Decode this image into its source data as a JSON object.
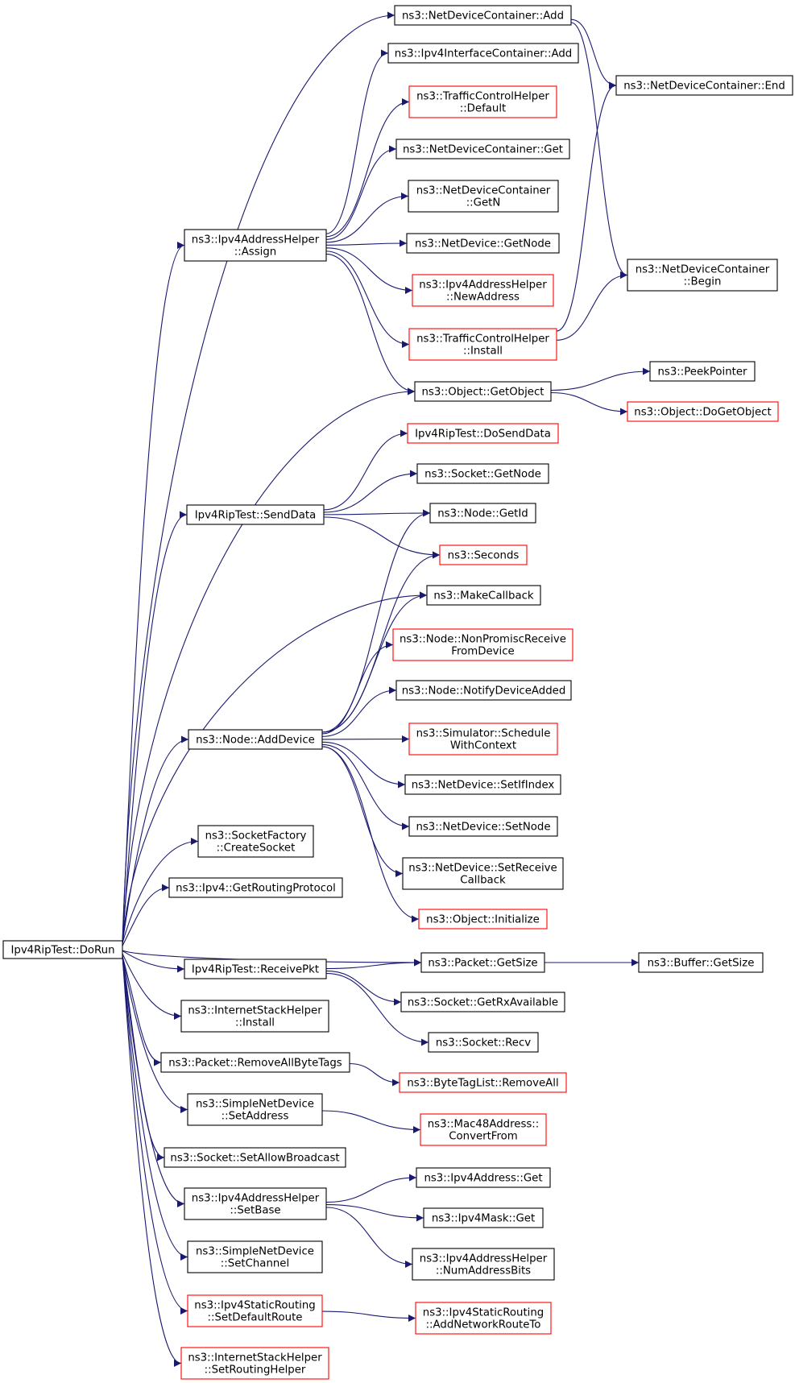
{
  "colors": {
    "edge": "#191970",
    "box_border": "#000000",
    "box_border_undocumented": "#ff0000",
    "root_fill": "#bfbfbf",
    "text": "#000000"
  },
  "root": "n_dorun",
  "nodes": [
    {
      "id": "n_dorun",
      "lines": [
        "Ipv4RipTest::DoRun"
      ],
      "style": "root"
    },
    {
      "id": "n_ndc_add",
      "lines": [
        "ns3::NetDeviceContainer::Add"
      ],
      "style": "normal"
    },
    {
      "id": "n_ipc_add",
      "lines": [
        "ns3::Ipv4InterfaceContainer::Add"
      ],
      "style": "normal"
    },
    {
      "id": "n_tch_default",
      "lines": [
        "ns3::TrafficControlHelper",
        "::Default"
      ],
      "style": "red"
    },
    {
      "id": "n_ndc_get",
      "lines": [
        "ns3::NetDeviceContainer::Get"
      ],
      "style": "normal"
    },
    {
      "id": "n_ndc_getn",
      "lines": [
        "ns3::NetDeviceContainer",
        "::GetN"
      ],
      "style": "normal"
    },
    {
      "id": "n_nd_getnode",
      "lines": [
        "ns3::NetDevice::GetNode"
      ],
      "style": "normal"
    },
    {
      "id": "n_iah_newaddr",
      "lines": [
        "ns3::Ipv4AddressHelper",
        "::NewAddress"
      ],
      "style": "red"
    },
    {
      "id": "n_tch_install",
      "lines": [
        "ns3::TrafficControlHelper",
        "::Install"
      ],
      "style": "red"
    },
    {
      "id": "n_ndc_end",
      "lines": [
        "ns3::NetDeviceContainer::End"
      ],
      "style": "normal"
    },
    {
      "id": "n_ndc_begin",
      "lines": [
        "ns3::NetDeviceContainer",
        "::Begin"
      ],
      "style": "normal"
    },
    {
      "id": "n_iah_assign",
      "lines": [
        "ns3::Ipv4AddressHelper",
        "::Assign"
      ],
      "style": "normal"
    },
    {
      "id": "n_obj_getobject",
      "lines": [
        "ns3::Object::GetObject"
      ],
      "style": "normal"
    },
    {
      "id": "n_peekpointer",
      "lines": [
        "ns3::PeekPointer"
      ],
      "style": "normal"
    },
    {
      "id": "n_obj_dogetobject",
      "lines": [
        "ns3::Object::DoGetObject"
      ],
      "style": "red"
    },
    {
      "id": "n_dosenddata",
      "lines": [
        "Ipv4RipTest::DoSendData"
      ],
      "style": "red"
    },
    {
      "id": "n_sock_getnode",
      "lines": [
        "ns3::Socket::GetNode"
      ],
      "style": "normal"
    },
    {
      "id": "n_senddata",
      "lines": [
        "Ipv4RipTest::SendData"
      ],
      "style": "normal"
    },
    {
      "id": "n_node_getid",
      "lines": [
        "ns3::Node::GetId"
      ],
      "style": "normal"
    },
    {
      "id": "n_seconds",
      "lines": [
        "ns3::Seconds"
      ],
      "style": "red"
    },
    {
      "id": "n_makecallback",
      "lines": [
        "ns3::MakeCallback"
      ],
      "style": "normal"
    },
    {
      "id": "n_node_nonpromisc",
      "lines": [
        "ns3::Node::NonPromiscReceive",
        "FromDevice"
      ],
      "style": "red"
    },
    {
      "id": "n_node_notify",
      "lines": [
        "ns3::Node::NotifyDeviceAdded"
      ],
      "style": "normal"
    },
    {
      "id": "n_node_adddevice",
      "lines": [
        "ns3::Node::AddDevice"
      ],
      "style": "normal"
    },
    {
      "id": "n_sim_schedule",
      "lines": [
        "ns3::Simulator::Schedule",
        "WithContext"
      ],
      "style": "red"
    },
    {
      "id": "n_nd_setifindex",
      "lines": [
        "ns3::NetDevice::SetIfIndex"
      ],
      "style": "normal"
    },
    {
      "id": "n_nd_setnode",
      "lines": [
        "ns3::NetDevice::SetNode"
      ],
      "style": "normal"
    },
    {
      "id": "n_sockfactory_create",
      "lines": [
        "ns3::SocketFactory",
        "::CreateSocket"
      ],
      "style": "normal"
    },
    {
      "id": "n_nd_setreceive",
      "lines": [
        "ns3::NetDevice::SetReceive",
        "Callback"
      ],
      "style": "normal"
    },
    {
      "id": "n_ipv4_getrouting",
      "lines": [
        "ns3::Ipv4::GetRoutingProtocol"
      ],
      "style": "normal"
    },
    {
      "id": "n_obj_initialize",
      "lines": [
        "ns3::Object::Initialize"
      ],
      "style": "red"
    },
    {
      "id": "n_pkt_getsize",
      "lines": [
        "ns3::Packet::GetSize"
      ],
      "style": "normal"
    },
    {
      "id": "n_buf_getsize",
      "lines": [
        "ns3::Buffer::GetSize"
      ],
      "style": "normal"
    },
    {
      "id": "n_receivepkt",
      "lines": [
        "Ipv4RipTest::ReceivePkt"
      ],
      "style": "normal"
    },
    {
      "id": "n_sock_getrx",
      "lines": [
        "ns3::Socket::GetRxAvailable"
      ],
      "style": "normal"
    },
    {
      "id": "n_ish_install",
      "lines": [
        "ns3::InternetStackHelper",
        "::Install"
      ],
      "style": "normal"
    },
    {
      "id": "n_sock_recv",
      "lines": [
        "ns3::Socket::Recv"
      ],
      "style": "normal"
    },
    {
      "id": "n_pkt_removebytetags",
      "lines": [
        "ns3::Packet::RemoveAllByteTags"
      ],
      "style": "normal"
    },
    {
      "id": "n_btl_removeall",
      "lines": [
        "ns3::ByteTagList::RemoveAll"
      ],
      "style": "red"
    },
    {
      "id": "n_snd_setaddress",
      "lines": [
        "ns3::SimpleNetDevice",
        "::SetAddress"
      ],
      "style": "normal"
    },
    {
      "id": "n_mac48_convert",
      "lines": [
        "ns3::Mac48Address::",
        "ConvertFrom"
      ],
      "style": "red"
    },
    {
      "id": "n_sock_setbroadcast",
      "lines": [
        "ns3::Socket::SetAllowBroadcast"
      ],
      "style": "normal"
    },
    {
      "id": "n_ipv4addr_get",
      "lines": [
        "ns3::Ipv4Address::Get"
      ],
      "style": "normal"
    },
    {
      "id": "n_iah_setbase",
      "lines": [
        "ns3::Ipv4AddressHelper",
        "::SetBase"
      ],
      "style": "normal"
    },
    {
      "id": "n_ipv4mask_get",
      "lines": [
        "ns3::Ipv4Mask::Get"
      ],
      "style": "normal"
    },
    {
      "id": "n_iah_numbits",
      "lines": [
        "ns3::Ipv4AddressHelper",
        "::NumAddressBits"
      ],
      "style": "normal"
    },
    {
      "id": "n_snd_setchannel",
      "lines": [
        "ns3::SimpleNetDevice",
        "::SetChannel"
      ],
      "style": "normal"
    },
    {
      "id": "n_isr_setdefault",
      "lines": [
        "ns3::Ipv4StaticRouting",
        "::SetDefaultRoute"
      ],
      "style": "red"
    },
    {
      "id": "n_isr_addnetwork",
      "lines": [
        "ns3::Ipv4StaticRouting",
        "::AddNetworkRouteTo"
      ],
      "style": "red"
    },
    {
      "id": "n_ish_setrouting",
      "lines": [
        "ns3::InternetStackHelper",
        "::SetRoutingHelper"
      ],
      "style": "red"
    }
  ],
  "edges": [
    {
      "from": "n_dorun",
      "to": "n_ndc_add"
    },
    {
      "from": "n_dorun",
      "to": "n_iah_assign"
    },
    {
      "from": "n_dorun",
      "to": "n_obj_getobject"
    },
    {
      "from": "n_dorun",
      "to": "n_senddata"
    },
    {
      "from": "n_dorun",
      "to": "n_makecallback"
    },
    {
      "from": "n_dorun",
      "to": "n_node_adddevice"
    },
    {
      "from": "n_dorun",
      "to": "n_sockfactory_create"
    },
    {
      "from": "n_dorun",
      "to": "n_ipv4_getrouting"
    },
    {
      "from": "n_dorun",
      "to": "n_pkt_getsize"
    },
    {
      "from": "n_dorun",
      "to": "n_receivepkt"
    },
    {
      "from": "n_dorun",
      "to": "n_ish_install"
    },
    {
      "from": "n_dorun",
      "to": "n_pkt_removebytetags"
    },
    {
      "from": "n_dorun",
      "to": "n_snd_setaddress"
    },
    {
      "from": "n_dorun",
      "to": "n_sock_setbroadcast"
    },
    {
      "from": "n_dorun",
      "to": "n_iah_setbase"
    },
    {
      "from": "n_dorun",
      "to": "n_snd_setchannel"
    },
    {
      "from": "n_dorun",
      "to": "n_isr_setdefault"
    },
    {
      "from": "n_dorun",
      "to": "n_ish_setrouting"
    },
    {
      "from": "n_ndc_add",
      "to": "n_ndc_end"
    },
    {
      "from": "n_ndc_add",
      "to": "n_ndc_begin"
    },
    {
      "from": "n_iah_assign",
      "to": "n_ipc_add"
    },
    {
      "from": "n_iah_assign",
      "to": "n_tch_default"
    },
    {
      "from": "n_iah_assign",
      "to": "n_ndc_get"
    },
    {
      "from": "n_iah_assign",
      "to": "n_ndc_getn"
    },
    {
      "from": "n_iah_assign",
      "to": "n_nd_getnode"
    },
    {
      "from": "n_iah_assign",
      "to": "n_iah_newaddr"
    },
    {
      "from": "n_iah_assign",
      "to": "n_tch_install"
    },
    {
      "from": "n_iah_assign",
      "to": "n_obj_getobject"
    },
    {
      "from": "n_tch_install",
      "to": "n_ndc_end"
    },
    {
      "from": "n_tch_install",
      "to": "n_ndc_begin"
    },
    {
      "from": "n_obj_getobject",
      "to": "n_peekpointer"
    },
    {
      "from": "n_obj_getobject",
      "to": "n_obj_dogetobject"
    },
    {
      "from": "n_senddata",
      "to": "n_dosenddata"
    },
    {
      "from": "n_senddata",
      "to": "n_sock_getnode"
    },
    {
      "from": "n_senddata",
      "to": "n_node_getid"
    },
    {
      "from": "n_senddata",
      "to": "n_seconds"
    },
    {
      "from": "n_node_adddevice",
      "to": "n_node_getid"
    },
    {
      "from": "n_node_adddevice",
      "to": "n_seconds"
    },
    {
      "from": "n_node_adddevice",
      "to": "n_makecallback"
    },
    {
      "from": "n_node_adddevice",
      "to": "n_node_nonpromisc"
    },
    {
      "from": "n_node_adddevice",
      "to": "n_node_notify"
    },
    {
      "from": "n_node_adddevice",
      "to": "n_sim_schedule"
    },
    {
      "from": "n_node_adddevice",
      "to": "n_nd_setifindex"
    },
    {
      "from": "n_node_adddevice",
      "to": "n_nd_setnode"
    },
    {
      "from": "n_node_adddevice",
      "to": "n_nd_setreceive"
    },
    {
      "from": "n_node_adddevice",
      "to": "n_obj_initialize"
    },
    {
      "from": "n_pkt_getsize",
      "to": "n_buf_getsize"
    },
    {
      "from": "n_receivepkt",
      "to": "n_pkt_getsize"
    },
    {
      "from": "n_receivepkt",
      "to": "n_sock_getrx"
    },
    {
      "from": "n_receivepkt",
      "to": "n_sock_recv"
    },
    {
      "from": "n_pkt_removebytetags",
      "to": "n_btl_removeall"
    },
    {
      "from": "n_snd_setaddress",
      "to": "n_mac48_convert"
    },
    {
      "from": "n_iah_setbase",
      "to": "n_ipv4addr_get"
    },
    {
      "from": "n_iah_setbase",
      "to": "n_ipv4mask_get"
    },
    {
      "from": "n_iah_setbase",
      "to": "n_iah_numbits"
    },
    {
      "from": "n_isr_setdefault",
      "to": "n_isr_addnetwork"
    }
  ]
}
